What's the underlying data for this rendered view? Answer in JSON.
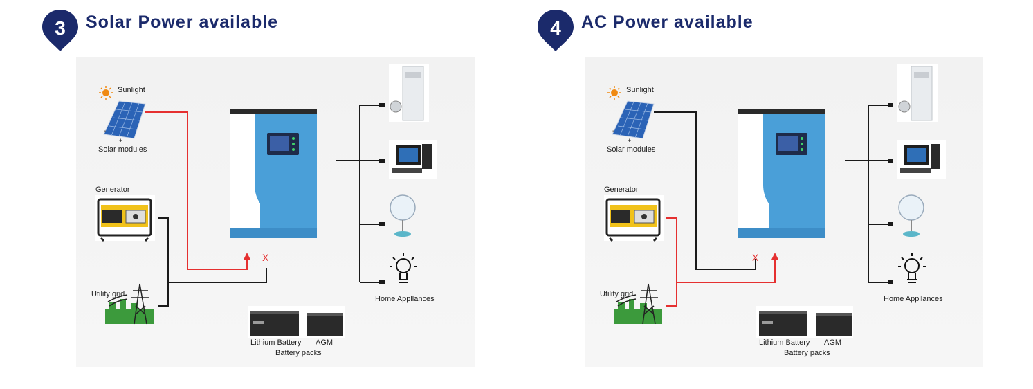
{
  "panels": [
    {
      "number": "3",
      "title": "Solar Power available",
      "labels": {
        "sunlight": "Sunlight",
        "solar_modules": "Solar modules",
        "generator": "Generator",
        "utility_grid": "Utility grid",
        "home_appliances": "Home Appllances",
        "lithium_battery": "Lithium Battery",
        "agm": "AGM",
        "battery_packs": "Battery packs",
        "blocked_mark": "X"
      },
      "active_source": "solar"
    },
    {
      "number": "4",
      "title": "AC Power available",
      "labels": {
        "sunlight": "Sunlight",
        "solar_modules": "Solar modules",
        "generator": "Generator",
        "utility_grid": "Utility grid",
        "home_appliances": "Home Appllances",
        "lithium_battery": "Lithium Battery",
        "agm": "AGM",
        "battery_packs": "Battery packs",
        "blocked_mark": "X"
      },
      "active_source": "ac"
    }
  ],
  "colors": {
    "badge": "#1b2a6b",
    "active_line": "#e53030",
    "idle_line": "#1a1a1a",
    "inverter_blue": "#4a9fd8"
  }
}
